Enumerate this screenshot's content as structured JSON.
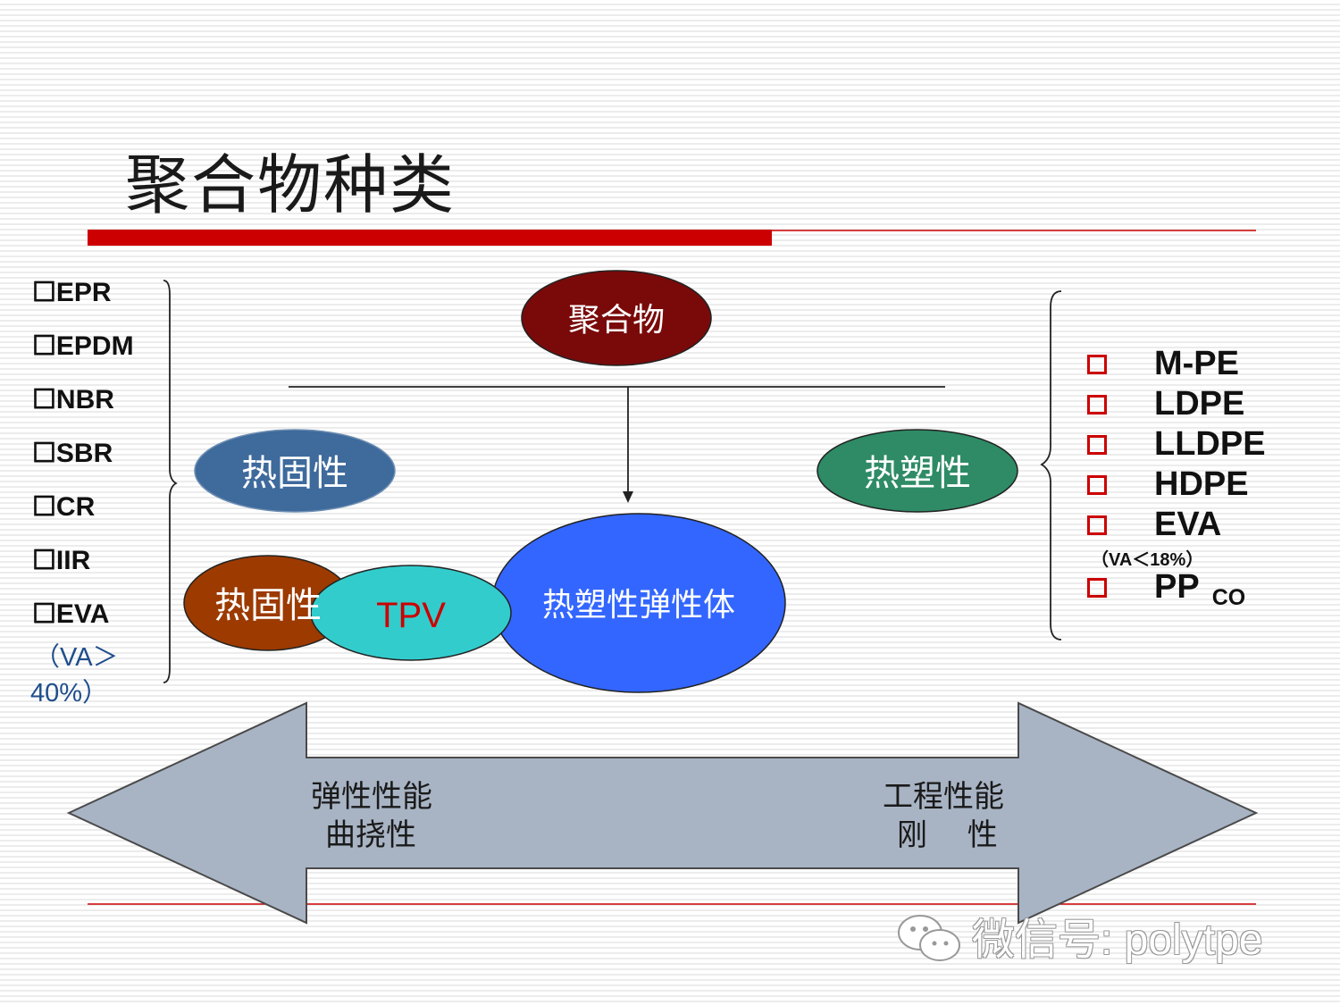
{
  "slide": {
    "title": "聚合物种类"
  },
  "left_list": {
    "items": [
      "EPR",
      "EPDM",
      "NBR",
      "SBR",
      "CR",
      "IIR",
      "EVA"
    ],
    "note_line1": "（VA＞",
    "note_line2": "40%）"
  },
  "right_list": {
    "items": [
      "M-PE",
      "LDPE",
      "LLDPE",
      "HDPE",
      "EVA"
    ],
    "note": "（VA＜18%）",
    "last_item": "PP",
    "last_item_sub": "CO"
  },
  "diagram": {
    "root": "聚合物",
    "thermoset": "热固性",
    "thermoplastic": "热塑性",
    "thermoset_small": "热固性",
    "tpv": "TPV",
    "tpe": "热塑性弹性体"
  },
  "arrow": {
    "left_line1": "弹性性能",
    "left_line2": "曲挠性",
    "right_line1": "工程性能",
    "right_line2": "刚　 性"
  },
  "watermark": {
    "text": "微信号: polytpe"
  },
  "colors": {
    "title_bar_red": "#cc0000",
    "root_fill": "#7a0a0a",
    "thermoset_fill": "#3e6a9c",
    "thermoplastic_fill": "#2e8b66",
    "thermoset_small_fill": "#9c3a00",
    "tpv_fill": "#33cccc",
    "tpv_text": "#cc0000",
    "tpe_fill": "#3366ff",
    "arrow_fill": "#a8b4c4",
    "bullet_box_red": "#cc0000",
    "note_blue": "#1f4e8c"
  }
}
